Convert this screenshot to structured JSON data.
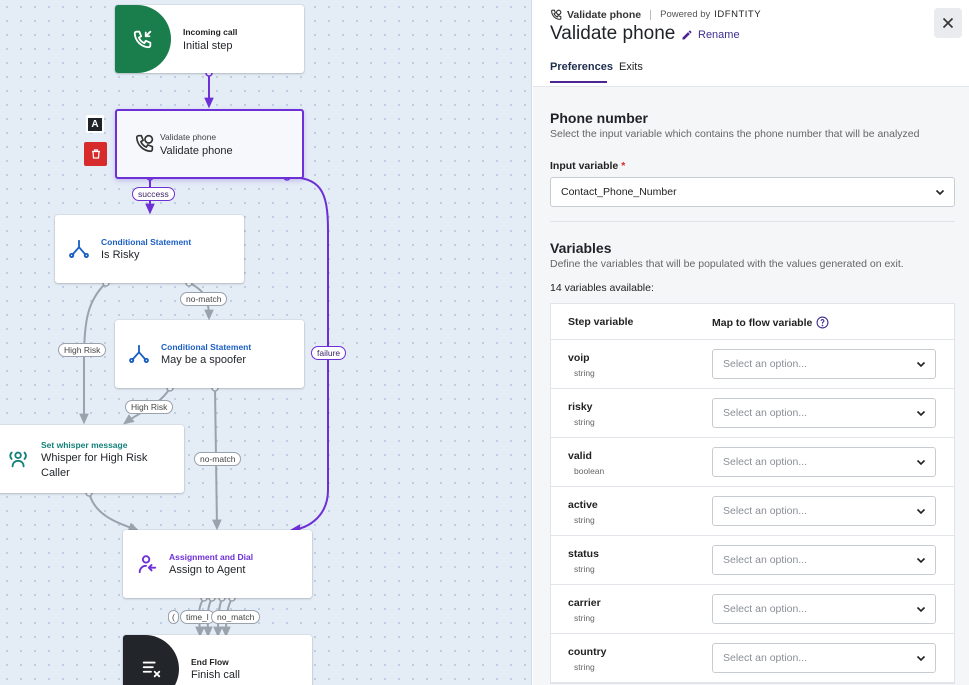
{
  "canvas": {
    "nodes": {
      "incoming": {
        "type": "Incoming call",
        "title": "Initial step"
      },
      "validate": {
        "type": "Validate phone",
        "title": "Validate phone"
      },
      "risky": {
        "type": "Conditional Statement",
        "title": "Is Risky"
      },
      "spoofer": {
        "type": "Conditional Statement",
        "title": "May be a spoofer"
      },
      "whisper": {
        "type": "Set whisper message",
        "title": "Whisper for High Risk Caller"
      },
      "assign": {
        "type": "Assignment and Dial",
        "title": "Assign to Agent"
      },
      "end": {
        "type": "End Flow",
        "title": "Finish call"
      }
    },
    "edge_labels": {
      "success": "success",
      "no_match_1": "no-match",
      "high_risk_1": "High Risk",
      "failure": "failure",
      "high_risk_2": "High Risk",
      "no_match_2": "no-match",
      "time_l": "time_l",
      "no_match_3": "no_match",
      "paren": "("
    },
    "tools": {
      "text_label": "A"
    },
    "colors": {
      "purple": "#6d2fd6",
      "green": "#1a7d4c",
      "blue": "#1b5fc4",
      "teal": "#13807a",
      "edge": "#9aa2ad"
    }
  },
  "panel": {
    "breadcrumb": "Validate phone",
    "powered_by": "Powered by",
    "brand": "IDFNTITY",
    "title": "Validate phone",
    "rename": "Rename",
    "tabs": [
      "Preferences",
      "Exits"
    ],
    "phone_section": {
      "heading": "Phone number",
      "description": "Select the input variable which contains the phone number that will be analyzed",
      "input_label": "Input variable",
      "required_mark": "*",
      "input_value": "Contact_Phone_Number"
    },
    "variables_section": {
      "heading": "Variables",
      "description": "Define the variables that will be populated with the values generated on exit.",
      "count_text": "14 variables available:",
      "col_step": "Step variable",
      "col_map": "Map to flow variable",
      "placeholder": "Select an option...",
      "rows": [
        {
          "name": "voip",
          "type": "string"
        },
        {
          "name": "risky",
          "type": "string"
        },
        {
          "name": "valid",
          "type": "boolean"
        },
        {
          "name": "active",
          "type": "string"
        },
        {
          "name": "status",
          "type": "string"
        },
        {
          "name": "carrier",
          "type": "string"
        },
        {
          "name": "country",
          "type": "string"
        }
      ]
    }
  }
}
